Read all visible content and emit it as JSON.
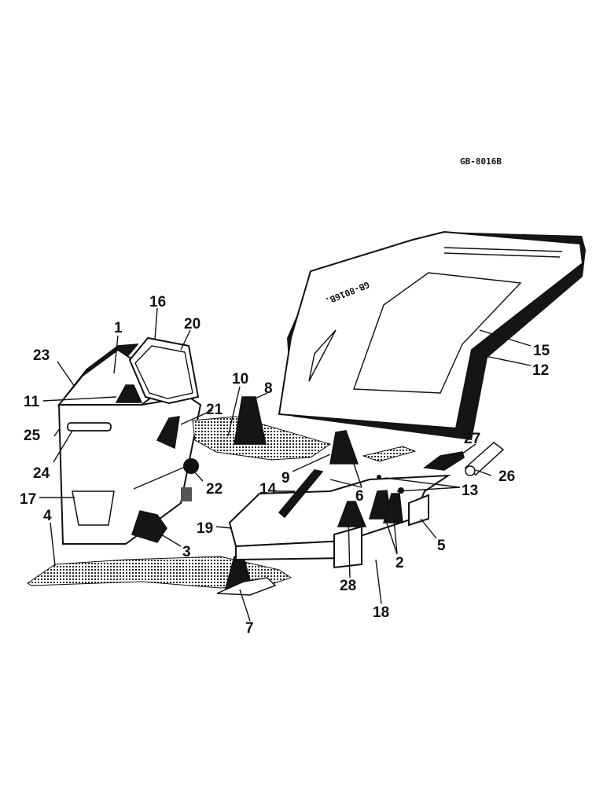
{
  "figure_code": "GB-8016B",
  "panel_code_mirrored": "GB-8016B.",
  "callouts": [
    "1",
    "2",
    "3",
    "4",
    "5",
    "6",
    "7",
    "8",
    "9",
    "10",
    "11",
    "12",
    "13",
    "14",
    "15",
    "16",
    "17",
    "18",
    "19",
    "20",
    "21",
    "22",
    "23",
    "24",
    "25",
    "26",
    "27",
    "28"
  ]
}
